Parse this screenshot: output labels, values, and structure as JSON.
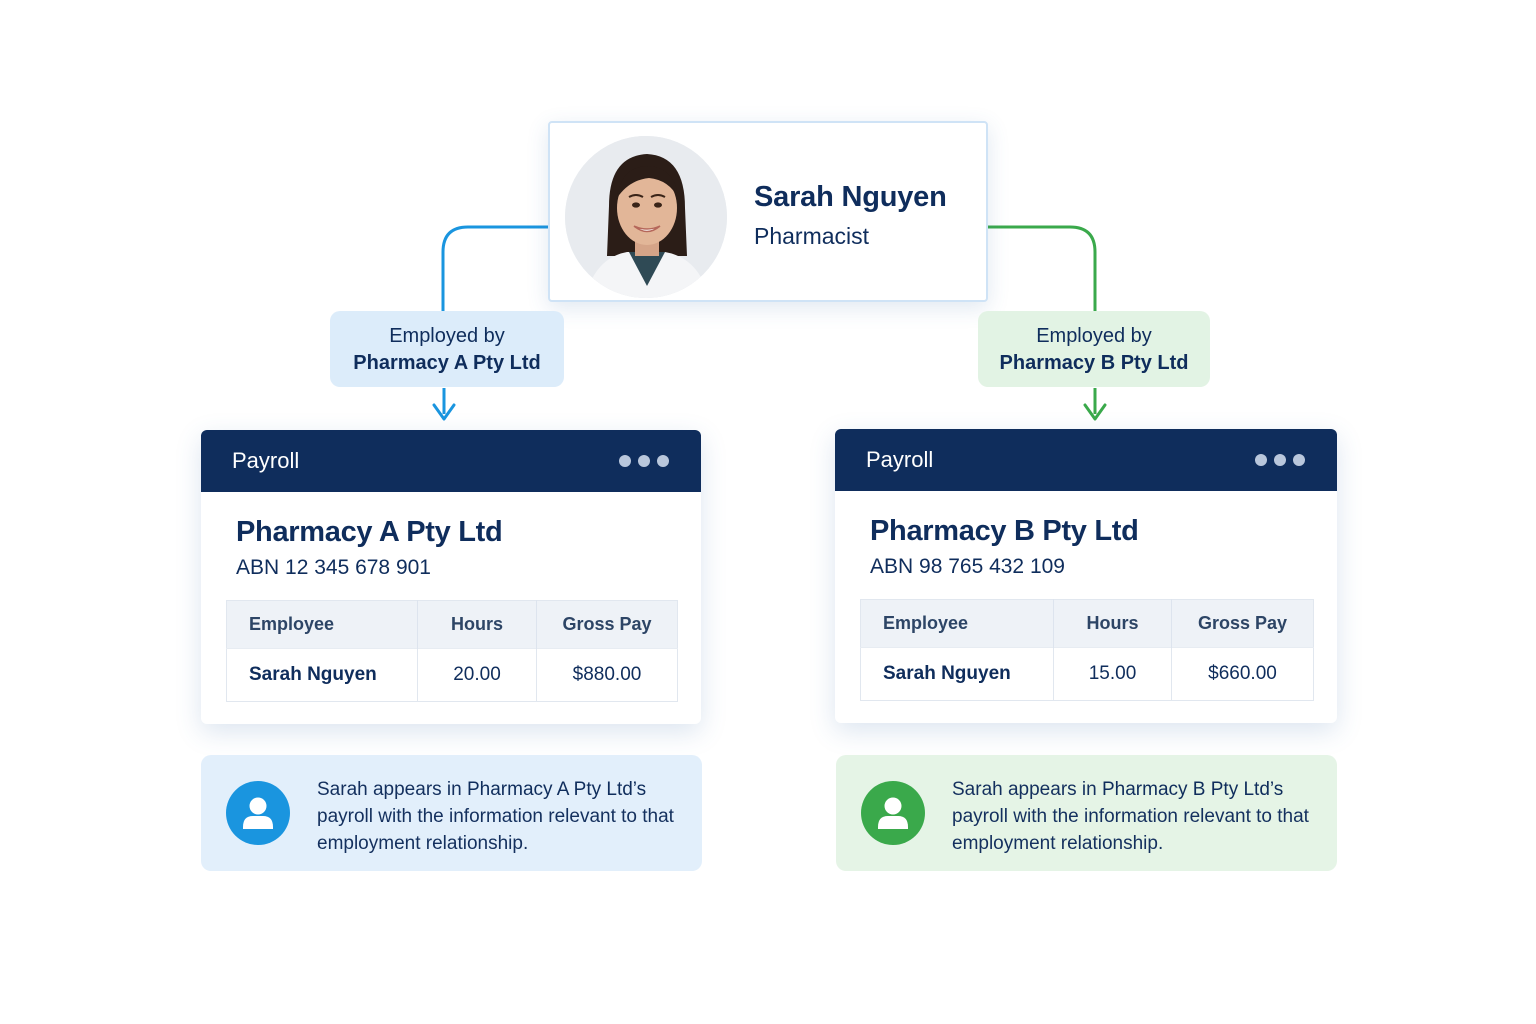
{
  "person": {
    "name": "Sarah Nguyen",
    "role": "Pharmacist"
  },
  "employers": [
    {
      "label_prefix": "Employed by",
      "label_company": "Pharmacy A Pty Ltd",
      "accent": "#1a95df",
      "payroll": {
        "title": "Payroll",
        "company": "Pharmacy A Pty Ltd",
        "abn": "ABN 12 345 678 901",
        "columns": [
          "Employee",
          "Hours",
          "Gross Pay"
        ],
        "row": {
          "employee": "Sarah Nguyen",
          "hours": "20.00",
          "gross_pay": "$880.00"
        }
      },
      "info": {
        "text_before": "Sarah appears in ",
        "company_possessive": "Pharmacy A Pty Ltd’s",
        "text_after": " payroll with the information relevant to that employment relationship."
      }
    },
    {
      "label_prefix": "Employed by",
      "label_company": "Pharmacy B Pty Ltd",
      "accent": "#3aa94b",
      "payroll": {
        "title": "Payroll",
        "company": "Pharmacy B Pty Ltd",
        "abn": "ABN 98 765 432 109",
        "columns": [
          "Employee",
          "Hours",
          "Gross Pay"
        ],
        "row": {
          "employee": "Sarah Nguyen",
          "hours": "15.00",
          "gross_pay": "$660.00"
        }
      },
      "info": {
        "text_before": "Sarah appears in ",
        "company_possessive": "Pharmacy B Pty Ltd’s",
        "text_after": " payroll with the information relevant to that employment relationship."
      }
    }
  ],
  "icons": {
    "menu": "more-dots-icon",
    "user": "user-icon",
    "arrow": "arrow-down-icon"
  }
}
